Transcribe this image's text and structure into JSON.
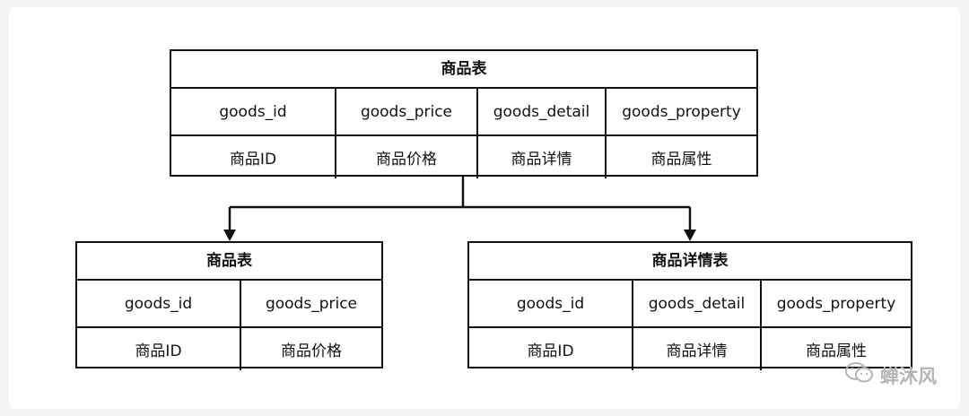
{
  "top_table": {
    "title": "商品表",
    "columns": [
      "goods_id",
      "goods_price",
      "goods_detail",
      "goods_property"
    ],
    "descriptions": [
      "商品ID",
      "商品价格",
      "商品详情",
      "商品属性"
    ]
  },
  "left_table": {
    "title": "商品表",
    "columns": [
      "goods_id",
      "goods_price"
    ],
    "descriptions": [
      "商品ID",
      "商品价格"
    ]
  },
  "right_table": {
    "title": "商品详情表",
    "columns": [
      "goods_id",
      "goods_detail",
      "goods_property"
    ],
    "descriptions": [
      "商品ID",
      "商品详情",
      "商品属性"
    ]
  },
  "watermark": {
    "text": "蝉沐风",
    "icon": "wechat-icon"
  }
}
